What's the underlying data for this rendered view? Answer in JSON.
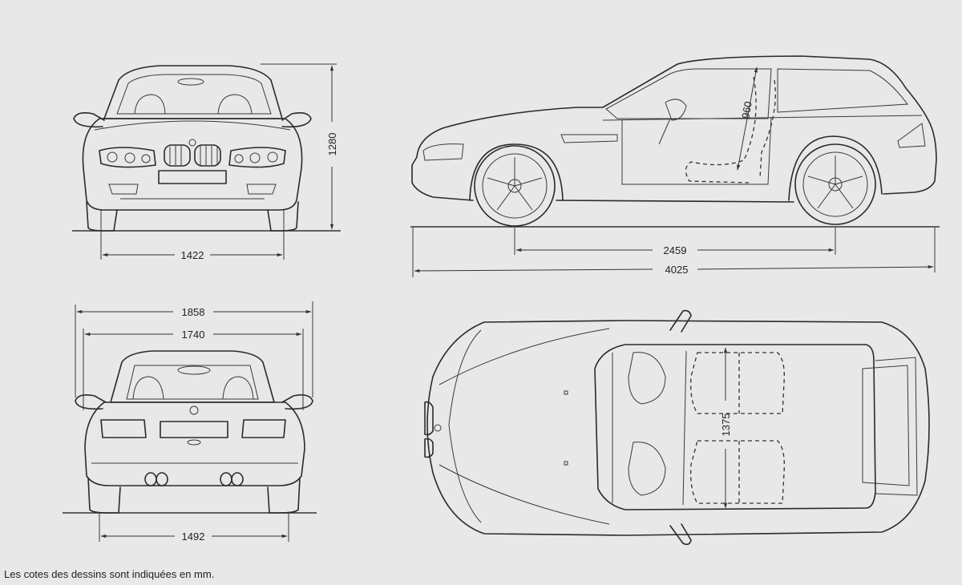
{
  "dimensions": {
    "front_track": "1422",
    "height": "1280",
    "wheelbase": "2459",
    "length": "4025",
    "width_mirrors": "1858",
    "width_body": "1740",
    "rear_track": "1492",
    "seat_height": "960",
    "interior_width": "1375"
  },
  "caption": "Les cotes des dessins sont indiquées en mm."
}
